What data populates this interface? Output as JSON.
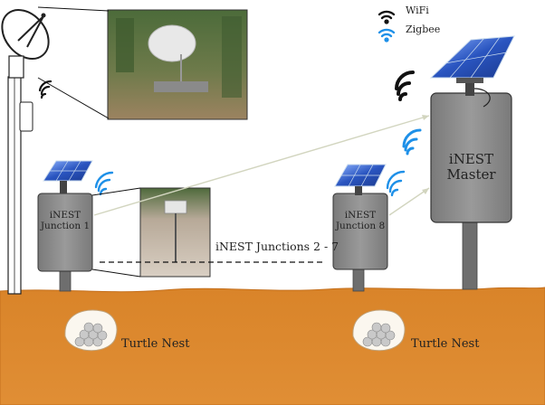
{
  "legend": {
    "wifi_label": "WiFi",
    "zigbee_label": "Zigbee",
    "wifi_color": "#111111",
    "zigbee_color": "#1e90e8"
  },
  "nodes": {
    "master_line1": "iNEST",
    "master_line2": "Master",
    "junction1_line1": "iNEST",
    "junction1_line2": "Junction 1",
    "junction8_line1": "iNEST",
    "junction8_line2": "Junction 8",
    "junctions_range": "iNEST Junctions 2 - 7"
  },
  "nests": {
    "left_label": "Turtle Nest",
    "right_label": "Turtle Nest"
  },
  "colors": {
    "ground": "#d9822b",
    "ground_edge": "#c46f1c",
    "box_fill": "#858585",
    "post_fill": "#6e6e6e",
    "panel_blue": "#2a55c0"
  },
  "icons": {
    "satellite_dish": "satellite-dish-icon",
    "wifi": "wifi-icon",
    "zigbee": "zigbee-icon",
    "solar_panel": "solar-panel-icon"
  }
}
